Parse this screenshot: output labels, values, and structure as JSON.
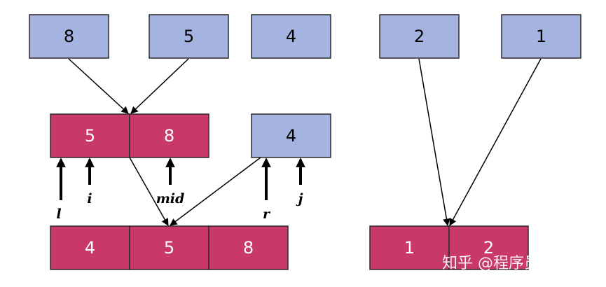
{
  "colors": {
    "input_fill": "#a5b3e0",
    "merged_fill": "#c8386a",
    "stroke": "#2b2b2b",
    "input_text": "#000000",
    "merged_text": "#ffffff"
  },
  "diagram": {
    "top_row": {
      "left_group": [
        "8",
        "5",
        "4"
      ],
      "right_group": [
        "2",
        "1"
      ]
    },
    "middle_row": {
      "merged_left": [
        "5",
        "8"
      ],
      "single_right": "4"
    },
    "pointers": {
      "l": "l",
      "i": "i",
      "mid": "mid",
      "r": "r",
      "j": "j"
    },
    "bottom_row": {
      "merged_all": [
        "4",
        "5",
        "8"
      ],
      "merged_right": [
        "1",
        "2"
      ]
    }
  },
  "watermark": "知乎 @程序员景禹"
}
